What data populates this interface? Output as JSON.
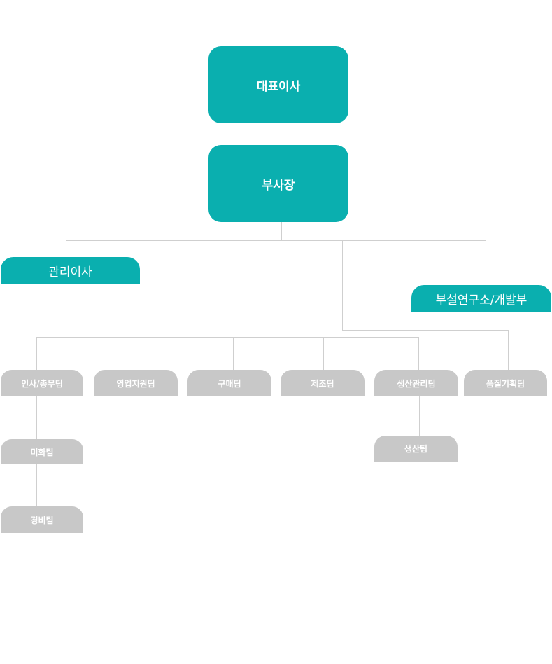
{
  "chart": {
    "ceo": "대표이사",
    "vice_president": "부사장",
    "managing_director": "관리이사",
    "rnd": "부설연구소/개발부",
    "teams": {
      "hr": "인사/총무팀",
      "sales_support": "영업지원팀",
      "purchasing": "구매팀",
      "manufacturing": "제조팀",
      "production_mgmt": "생산관리팀",
      "quality_planning": "품질기획팀",
      "beautification": "미화팀",
      "security": "경비팀",
      "production": "생산팀"
    }
  },
  "colors": {
    "primary": "#0aafaf",
    "team": "#c8c8c8",
    "connector": "#cfcfcf"
  }
}
